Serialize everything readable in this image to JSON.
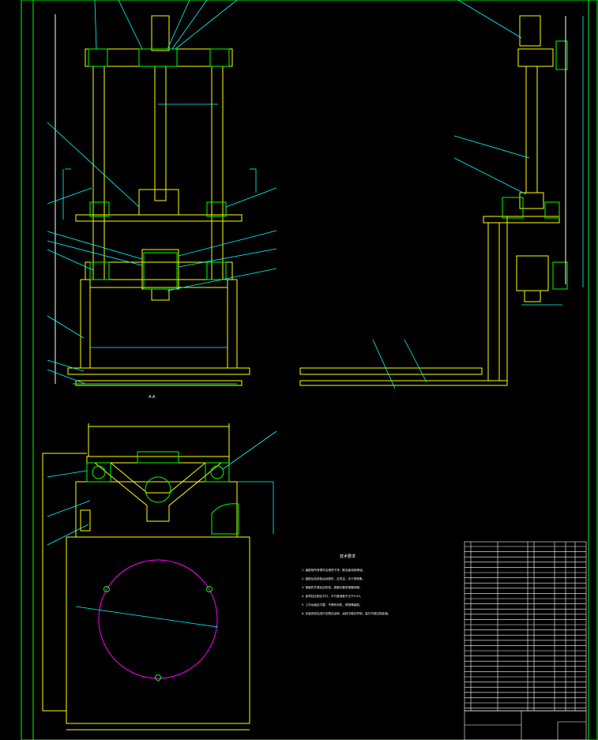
{
  "drawing": {
    "section_label_a": "A-A",
    "notes_title": "技术要求",
    "notes": [
      "1. 装配前所有零件应清洗干净，配合面涂润滑油。",
      "2. 装配后检查各运动部件，应灵活、无卡滞现象。",
      "3. 紧固件拧紧后应防松，按图示要求调整间隙。",
      "4. 各导柱应相互平行，平行度误差不大于0.05。",
      "5. 工作台面应平整，不得有划伤、锈蚀等缺陷。",
      "6. 总装完成后进行空载试运转，运转平稳无异响，温升不超过规定值。"
    ]
  },
  "colors": {
    "frame": "#ffff00",
    "dimension": "#00ffff",
    "part": "#00ff00",
    "circle": "#ff00ff",
    "white": "#ffffff"
  }
}
